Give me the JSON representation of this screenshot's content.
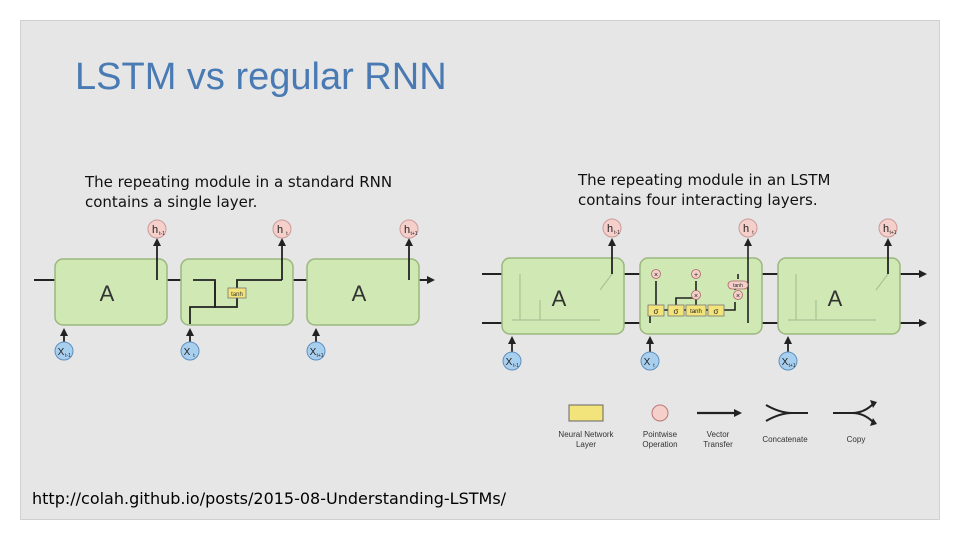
{
  "title": "LSTM vs regular RNN",
  "rnn": {
    "caption_line1": "The repeating module in a standard RNN",
    "caption_line2": "contains a single layer.",
    "cell_label": "A",
    "layer_label": "tanh",
    "h_labels": [
      "h",
      "h",
      "h"
    ],
    "h_subs": [
      "t-1",
      "t",
      "t+1"
    ],
    "x_labels": [
      "X",
      "X",
      "X"
    ],
    "x_subs": [
      "t-1",
      "t",
      "t+1"
    ]
  },
  "lstm": {
    "caption_line1": "The repeating module in an LSTM",
    "caption_line2": "contains four interacting layers.",
    "cell_label": "A",
    "gate_labels": [
      "σ",
      "σ",
      "tanh",
      "σ"
    ],
    "op_labels": [
      "×",
      "+",
      "×",
      "×",
      "tanh"
    ],
    "h_labels": [
      "h",
      "h",
      "h"
    ],
    "h_subs": [
      "t-1",
      "t",
      "t+1"
    ],
    "x_labels": [
      "X",
      "X",
      "X"
    ],
    "x_subs": [
      "t-1",
      "t",
      "t+1"
    ]
  },
  "legend": {
    "items": [
      {
        "label_line1": "Neural Network",
        "label_line2": "Layer"
      },
      {
        "label_line1": "Pointwise",
        "label_line2": "Operation"
      },
      {
        "label_line1": "Vector",
        "label_line2": "Transfer"
      },
      {
        "label_line1": "Concatenate",
        "label_line2": ""
      },
      {
        "label_line1": "Copy",
        "label_line2": ""
      }
    ]
  },
  "source_link": "http://colah.github.io/posts/2015-08-Understanding-LSTMs/",
  "colors": {
    "title": "#4a7ab3",
    "cell_fill": "#cfe8b4",
    "cell_stroke": "#9ab77e",
    "layer_fill": "#f2e37a",
    "op_fill": "#f5cfc9",
    "node_fill": "#a9cfee",
    "node_stroke": "#5d8fbf"
  }
}
